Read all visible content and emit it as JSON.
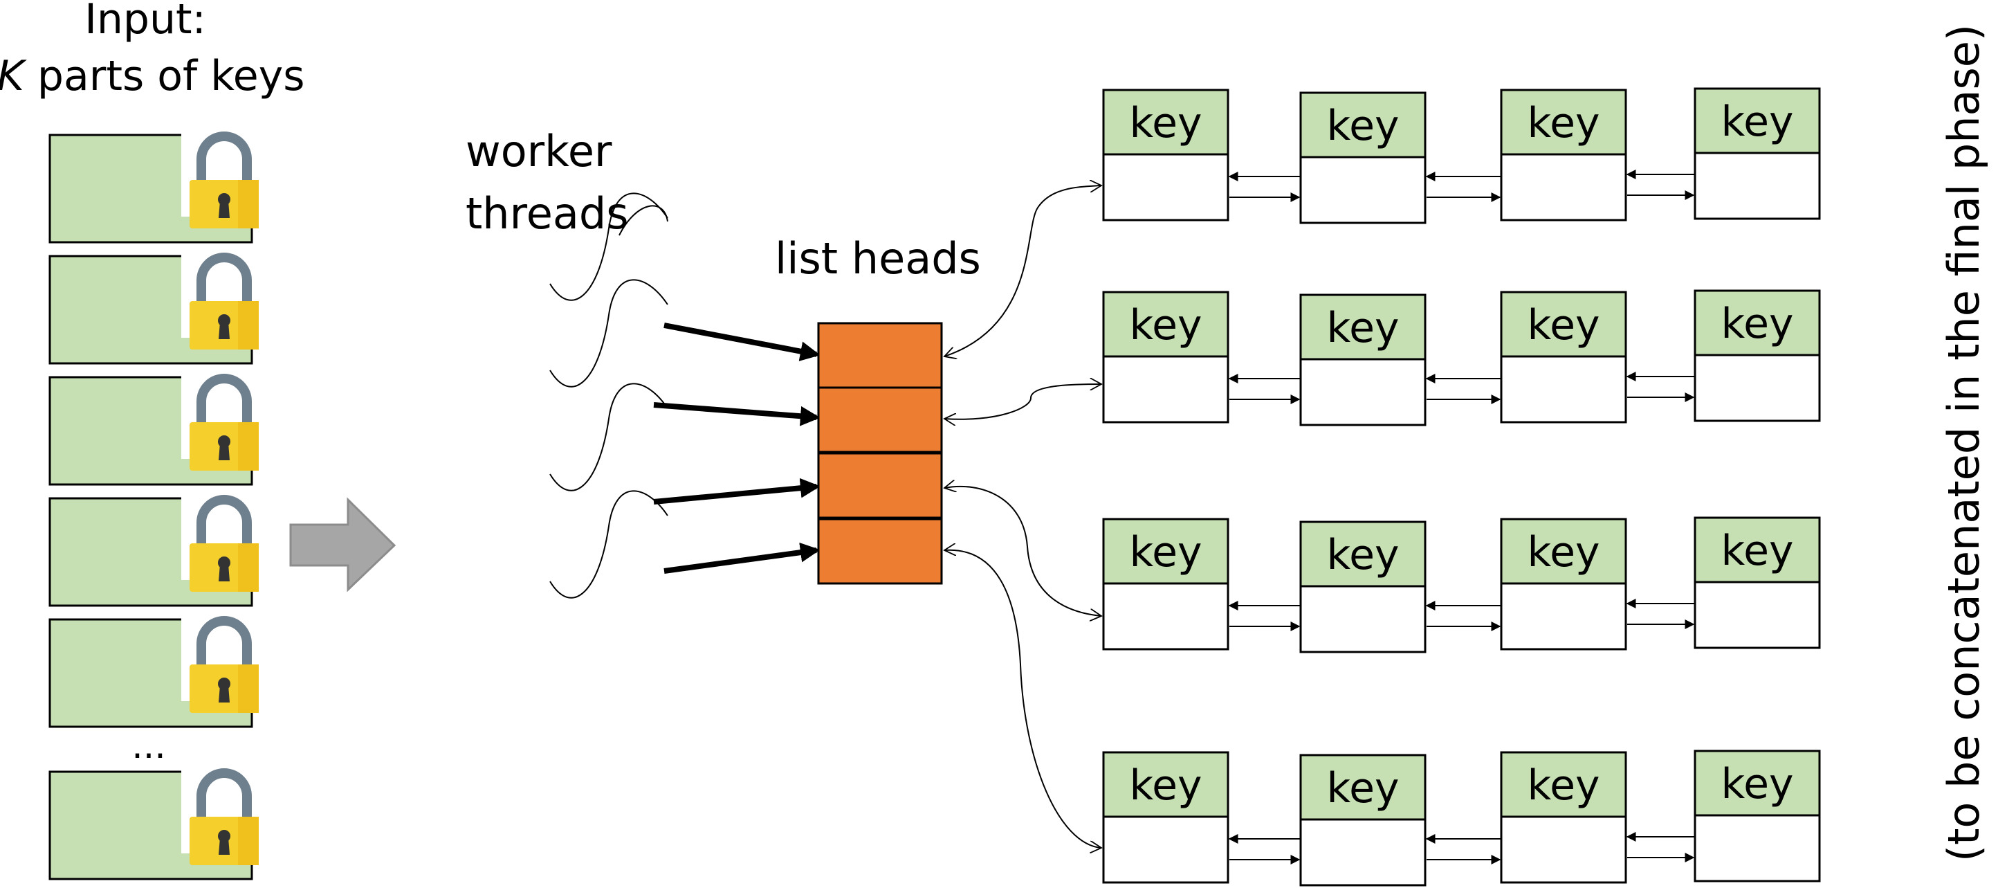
{
  "title": {
    "line1": "Input:",
    "line2_italic": "K",
    "line2_rest": " parts of keys"
  },
  "ellipsis": "...",
  "worker_threads_label": [
    "worker",
    "threads"
  ],
  "list_heads_label": "list heads",
  "node_key_label": "key",
  "side_note": "(to be concatenated in the final phase)",
  "colors": {
    "key_fill": "#c6e0b4",
    "block_fill": "#c6e0b4",
    "head_fill": "#ed7d31",
    "arrow_gray": "#a6a6a6",
    "lock_gold": "#f5cf2c",
    "lock_shackle": "#6e7f8d"
  },
  "icons": {
    "lock": "padlock-icon",
    "big_arrow": "right-arrow-icon"
  },
  "input_blocks": {
    "count": 6
  },
  "list_heads": {
    "count": 4
  },
  "lists": {
    "rows": 4,
    "nodes_per_row": 4
  }
}
